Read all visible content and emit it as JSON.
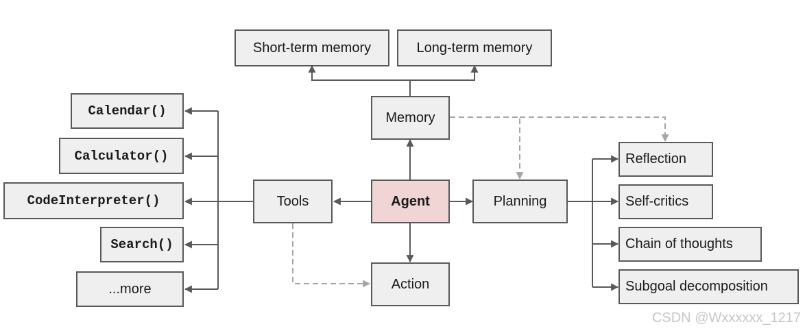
{
  "nodes": {
    "short_term_memory": "Short-term memory",
    "long_term_memory": "Long-term memory",
    "memory": "Memory",
    "agent": "Agent",
    "tools": "Tools",
    "planning": "Planning",
    "action": "Action",
    "calendar": "Calendar()",
    "calculator": "Calculator()",
    "code_interpreter": "CodeInterpreter()",
    "search": "Search()",
    "more": "...more",
    "reflection": "Reflection",
    "self_critics": "Self-critics",
    "chain_of_thoughts": "Chain of thoughts",
    "subgoal_decomposition": "Subgoal decomposition"
  },
  "watermark": "CSDN @Wxxxxxx_1217",
  "colors": {
    "box_fill": "#efefef",
    "agent_fill": "#f1d4d4",
    "box_border": "#595959",
    "solid_arrow": "#595959",
    "dashed_arrow": "#a6a6a6"
  }
}
